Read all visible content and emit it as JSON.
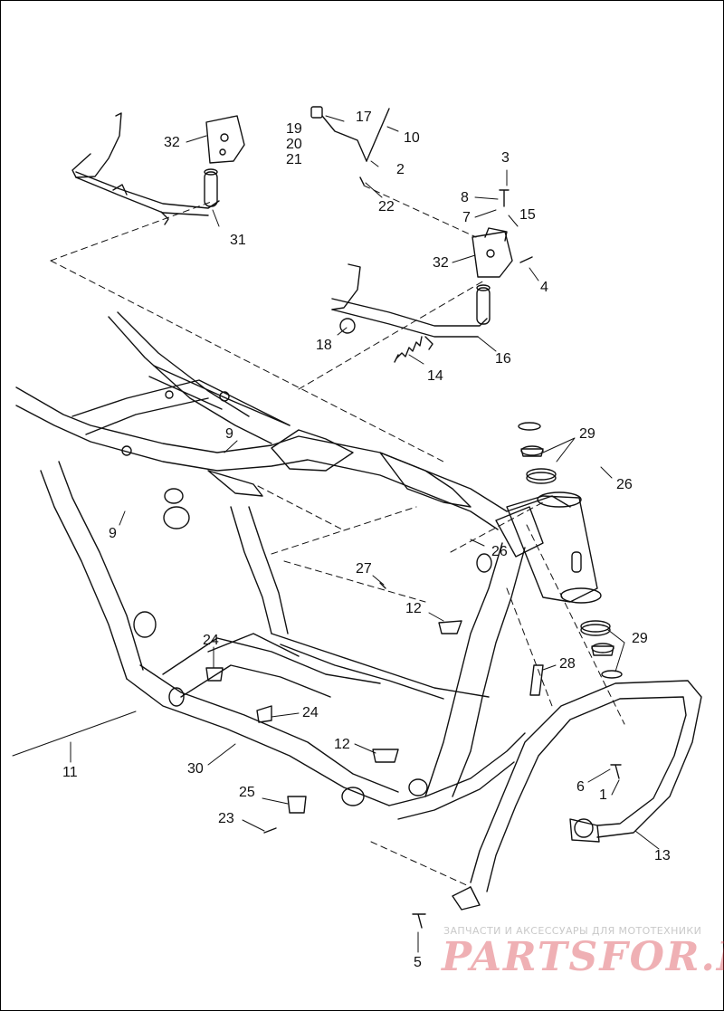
{
  "callouts": {
    "c1": "1",
    "c2": "2",
    "c3": "3",
    "c4": "4",
    "c5": "5",
    "c6": "6",
    "c7": "7",
    "c8": "8",
    "c9a": "9",
    "c9b": "9",
    "c10": "10",
    "c11": "11",
    "c12a": "12",
    "c12b": "12",
    "c13": "13",
    "c14": "14",
    "c15": "15",
    "c16": "16",
    "c17": "17",
    "c18": "18",
    "c19": "19",
    "c20": "20",
    "c21": "21",
    "c22": "22",
    "c23": "23",
    "c24a": "24",
    "c24b": "24",
    "c25": "25",
    "c26a": "26",
    "c26b": "26",
    "c27": "27",
    "c28": "28",
    "c29a": "29",
    "c29b": "29",
    "c30": "30",
    "c31": "31",
    "c32a": "32",
    "c32b": "32"
  },
  "watermark": {
    "tagline": "ЗАПЧАСТИ И АКСЕССУАРЫ ДЛЯ МОТОТЕХНИКИ",
    "logo": "PARTSFOR.RU"
  },
  "colors": {
    "line": "#111111",
    "watermark": "#d6303a",
    "background": "#ffffff"
  }
}
